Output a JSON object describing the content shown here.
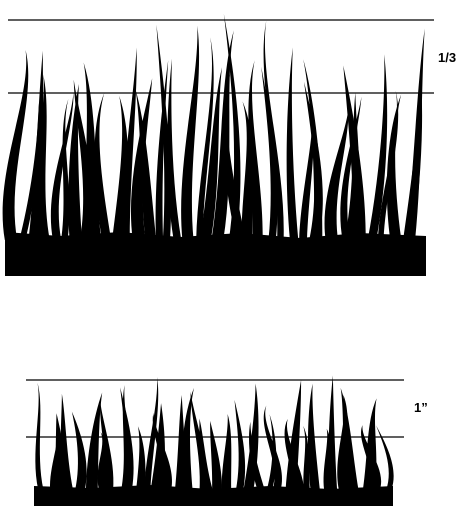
{
  "figure": {
    "panels": [
      {
        "id": "tall-grass",
        "label": "1/3",
        "blade_count": 40,
        "seed": 7
      },
      {
        "id": "short-grass",
        "label": "1”",
        "blade_count": 36,
        "seed": 19
      }
    ],
    "colors": {
      "ink": "#000000",
      "background": "#ffffff"
    }
  }
}
